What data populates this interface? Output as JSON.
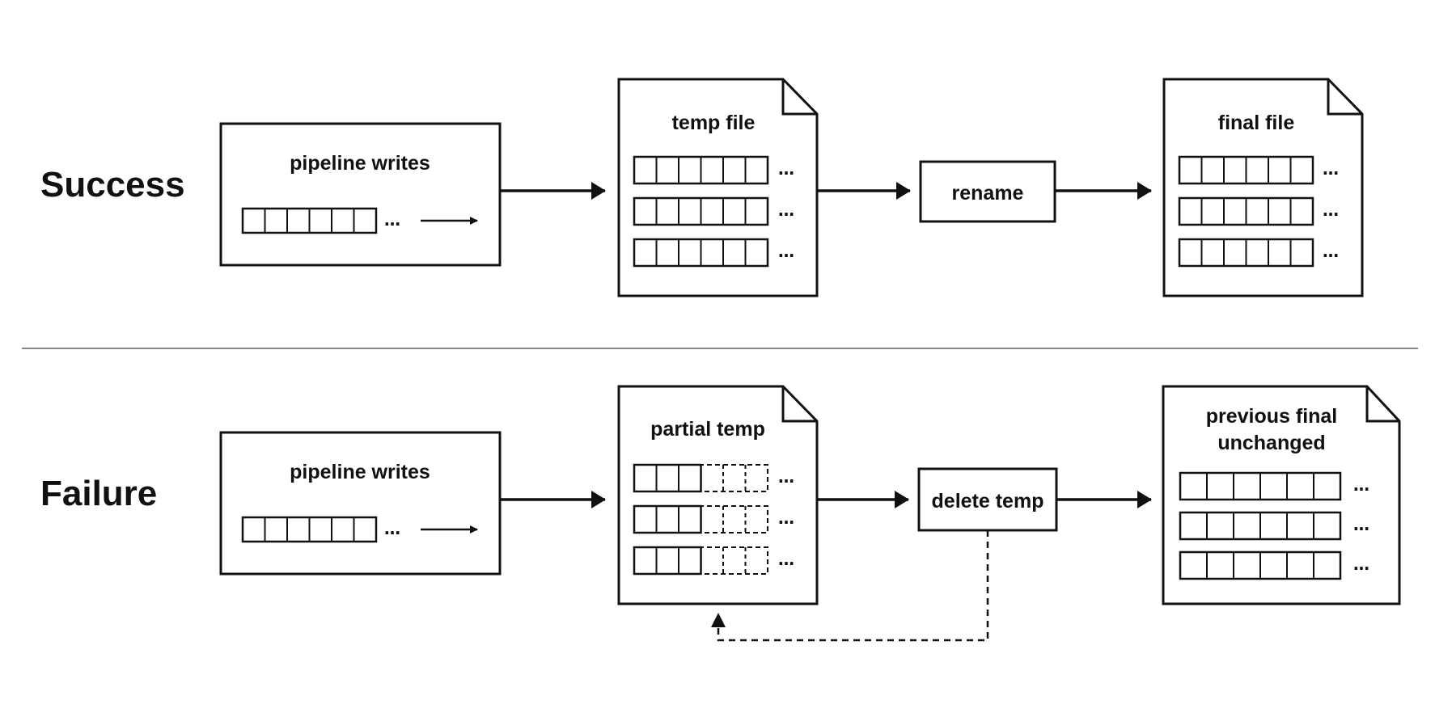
{
  "rows": [
    {
      "label": "Success",
      "source_label": "pipeline writes",
      "temp_label": "temp file",
      "action_label": "rename",
      "result_label_1": "final file",
      "result_label_2": ""
    },
    {
      "label": "Failure",
      "source_label": "pipeline writes",
      "temp_label": "partial temp",
      "action_label": "delete temp",
      "result_label_1": "previous final",
      "result_label_2": "unchanged"
    }
  ],
  "ellipsis": "…",
  "colors": {
    "ink": "#111111",
    "divider": "#888888",
    "background": "#ffffff"
  }
}
